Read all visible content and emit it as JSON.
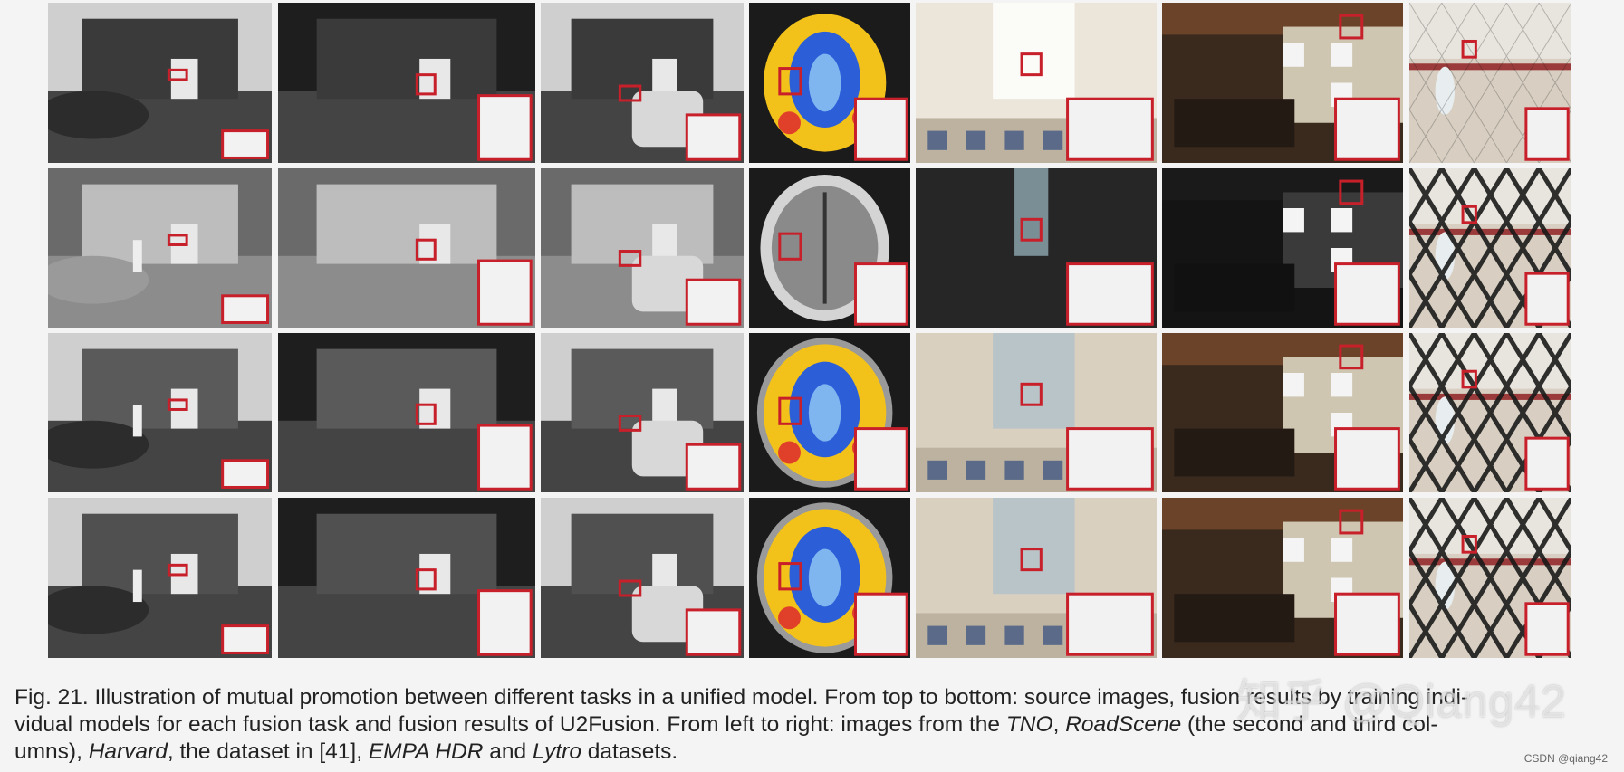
{
  "figure": {
    "rows": [
      "row-source-a",
      "row-source-b",
      "row-individual-models",
      "row-u2fusion"
    ],
    "columns": [
      "tno",
      "roadscene-1",
      "roadscene-2",
      "harvard",
      "dataset-41",
      "empa-hdr",
      "lytro"
    ],
    "highlight_color": "#c8202a"
  },
  "caption": {
    "line1": "Fig. 21. Illustration of mutual promotion between different tasks in a unified model. From top to bottom: source images, fusion results by training indi-",
    "line2_a": "vidual models for each fusion task and fusion results of U2Fusion. From left to right: images from the ",
    "tno": "TNO",
    "comma1": ", ",
    "roadscene": "RoadScene",
    "line2_b": " (the second and third col-",
    "line3_a": "umns), ",
    "harvard": "Harvard",
    "line3_b": ", the dataset in [41], ",
    "empa": "EMPA HDR",
    "and": " and ",
    "lytro": "Lytro",
    "line3_c": " datasets."
  },
  "watermark": "知乎 @Qiang42",
  "credit": "CSDN @qiang42"
}
